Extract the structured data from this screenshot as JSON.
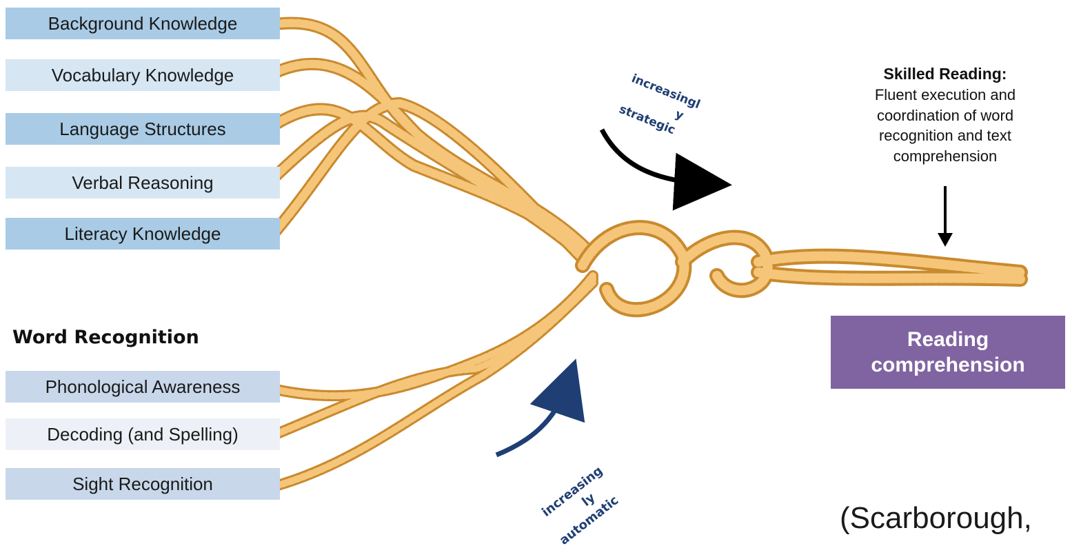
{
  "language_comprehension": {
    "strands": [
      {
        "label": "Background Knowledge"
      },
      {
        "label": "Vocabulary Knowledge"
      },
      {
        "label": "Language Structures"
      },
      {
        "label": "Verbal Reasoning"
      },
      {
        "label": "Literacy Knowledge"
      }
    ]
  },
  "word_recognition": {
    "title": "Word Recognition",
    "strands": [
      {
        "label": "Phonological Awareness"
      },
      {
        "label": "Decoding (and Spelling)"
      },
      {
        "label": "Sight Recognition"
      }
    ]
  },
  "arrows": {
    "strategic": {
      "line1": "increasingl",
      "line2": "y",
      "line3": "strategic",
      "color": "#000000"
    },
    "automatic": {
      "line1": "increasing",
      "line2": "ly",
      "line3": "automatic",
      "color": "#1f3e74"
    }
  },
  "skilled_reading": {
    "title": "Skilled Reading:",
    "lines": [
      "Fluent execution and",
      "coordination of word",
      "recognition and text",
      "comprehension"
    ]
  },
  "outcome": {
    "line1": "Reading",
    "line2": "comprehension",
    "color": "#8064a2"
  },
  "citation": "(Scarborough,",
  "colors": {
    "rope": "#f0b55a",
    "rope_shadow": "#c98a2e",
    "label_dark": "#a9cbe5",
    "label_light": "#d6e6f3"
  }
}
